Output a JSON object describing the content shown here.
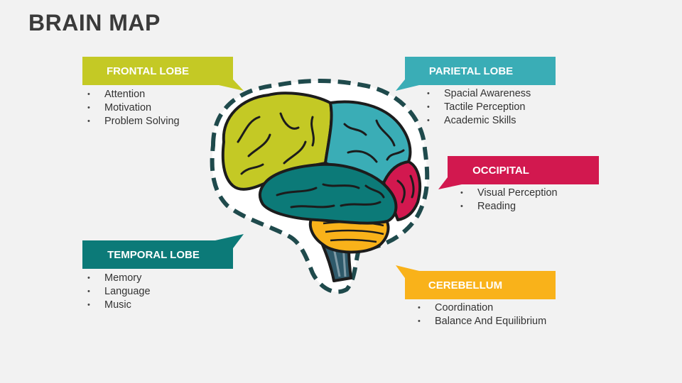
{
  "title": "BRAIN MAP",
  "colors": {
    "frontal": "#c4c925",
    "parietal": "#3aadb6",
    "occipital": "#d2184f",
    "temporal": "#0c7a78",
    "cerebellum": "#f9b21a",
    "stem": "#2f5a6b",
    "outline": "#1c1c1c",
    "dashes": "#1f4a4c"
  },
  "lobes": {
    "frontal": {
      "label": "FRONTAL LOBE",
      "items": [
        "Attention",
        "Motivation",
        "Problem Solving"
      ]
    },
    "parietal": {
      "label": "PARIETAL LOBE",
      "items": [
        "Spacial Awareness",
        "Tactile Perception",
        "Academic Skills"
      ]
    },
    "occipital": {
      "label": "OCCIPITAL",
      "items": [
        "Visual Perception",
        "Reading"
      ]
    },
    "temporal": {
      "label": "TEMPORAL LOBE",
      "items": [
        "Memory",
        "Language",
        "Music"
      ]
    },
    "cerebellum": {
      "label": "CEREBELLUM",
      "items": [
        "Coordination",
        "Balance And Equilibrium"
      ]
    }
  }
}
